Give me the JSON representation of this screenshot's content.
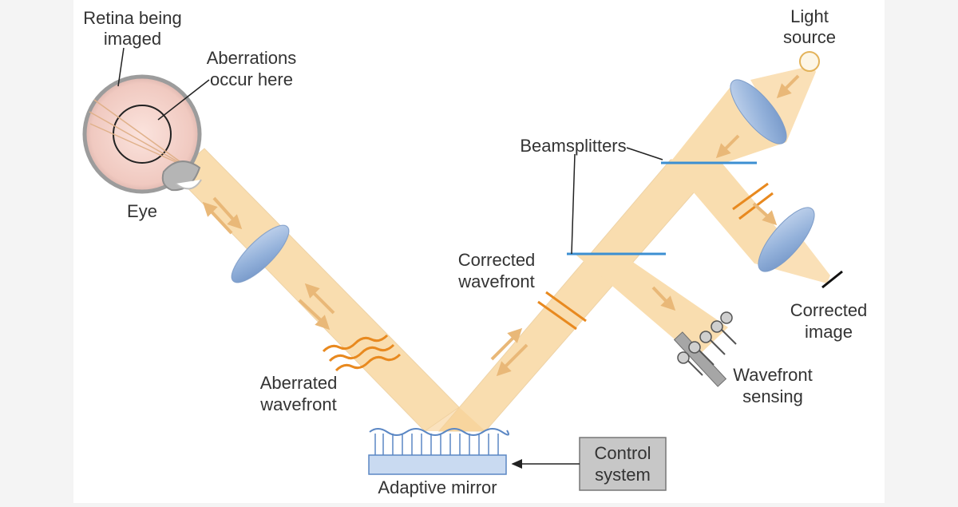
{
  "labels": {
    "retina_line1": "Retina being",
    "retina_line2": "imaged",
    "aberrations_line1": "Aberrations",
    "aberrations_line2": "occur here",
    "eye": "Eye",
    "light_line1": "Light",
    "light_line2": "source",
    "beamsplitters": "Beamsplitters",
    "corrected_wf_line1": "Corrected",
    "corrected_wf_line2": "wavefront",
    "corrected_img_line1": "Corrected",
    "corrected_img_line2": "image",
    "aberrated_line1": "Aberrated",
    "aberrated_line2": "wavefront",
    "sensing_line1": "Wavefront",
    "sensing_line2": "sensing",
    "control_line1": "Control",
    "control_line2": "system",
    "mirror": "Adaptive mirror"
  },
  "colors": {
    "beam": "#f9dcab",
    "beam_edge": "#eac48a",
    "arrow": "#e9b878",
    "wave": "#e8891f",
    "lens": "#8eaed8",
    "splitter": "#3c8fd2",
    "mirror": "#c9daf1",
    "control_box": "#c7c7c7"
  },
  "icons": {
    "eye": "eye-icon",
    "lens": "lens-icon",
    "light": "light-source-icon",
    "sensor": "wavefront-sensor-icon",
    "mirror": "adaptive-mirror-icon"
  }
}
